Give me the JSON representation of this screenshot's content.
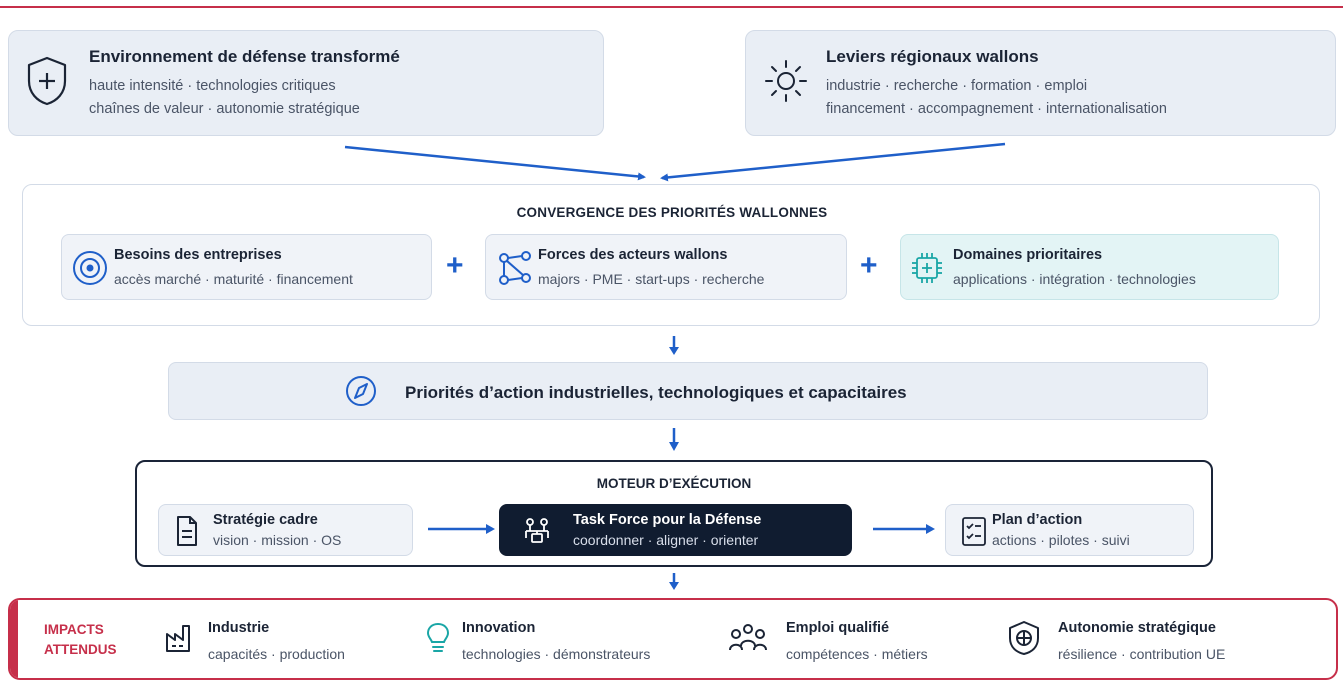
{
  "env": {
    "title": "Environnement de défense transformé",
    "line1": "haute intensité · technologies critiques",
    "line2": "chaînes de valeur · autonomie stratégique"
  },
  "leviers": {
    "title": "Leviers régionaux wallons",
    "line1": "industrie · recherche · formation · emploi",
    "line2": "financement · accompagnement · internationalisation"
  },
  "convergence": {
    "title": "CONVERGENCE DES PRIORITÉS WALLONNES",
    "cards": [
      {
        "title": "Besoins des entreprises",
        "sub": "accès marché · maturité · financement"
      },
      {
        "title": "Forces des acteurs wallons",
        "sub": "majors · PME · start-ups · recherche"
      },
      {
        "title": "Domaines prioritaires",
        "sub": "applications · intégration · technologies"
      }
    ],
    "plus": "+"
  },
  "priorites": {
    "title": "Priorités d’action industrielles, technologiques et capacitaires"
  },
  "moteur": {
    "title": "MOTEUR D’EXÉCUTION",
    "cards": [
      {
        "title": "Stratégie cadre",
        "sub": "vision · mission · OS"
      },
      {
        "title": "Task Force pour la Défense",
        "sub": "coordonner · aligner · orienter"
      },
      {
        "title": "Plan d’action",
        "sub": "actions · pilotes · suivi"
      }
    ]
  },
  "impacts": {
    "label_line1": "IMPACTS",
    "label_line2": "ATTENDUS",
    "items": [
      {
        "title": "Industrie",
        "sub": "capacités · production"
      },
      {
        "title": "Innovation",
        "sub": "technologies · démonstrateurs"
      },
      {
        "title": "Emploi qualifié",
        "sub": "compétences · métiers"
      },
      {
        "title": "Autonomie stratégique",
        "sub": "résilience · contribution UE"
      }
    ]
  },
  "colors": {
    "accent_blue": "#1f5fc9",
    "impact_red": "#c62f4a",
    "dark_navy": "#101c30",
    "teal_icon": "#1aa6a6"
  }
}
